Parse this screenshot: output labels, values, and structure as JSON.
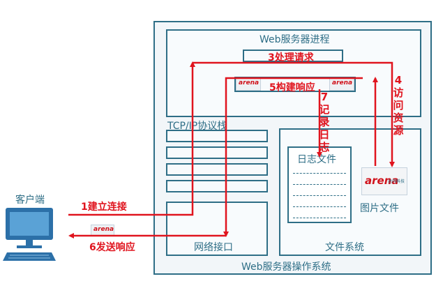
{
  "diagram": {
    "os_label": "Web服务器操作系统",
    "process_label": "Web服务器进程",
    "tcpip_label": "TCP/IP协议栈",
    "nic_label": "网络接口",
    "fs_label": "文件系统",
    "log_file_label": "日志文件",
    "image_file_label": "图片文件",
    "client_label": "客户端"
  },
  "steps": {
    "s1": "1建立连接",
    "s3": "3处理请求",
    "s4": [
      "4",
      "访",
      "问",
      "资",
      "源"
    ],
    "s5": "5构建响应",
    "s6": "6发送响应",
    "s7": [
      "7",
      "记",
      "录",
      "日",
      "志"
    ]
  },
  "logos": {
    "brand": "arena",
    "sub": "达内科技"
  },
  "colors": {
    "frame": "#2e6e86",
    "arrow": "#e0141e"
  }
}
